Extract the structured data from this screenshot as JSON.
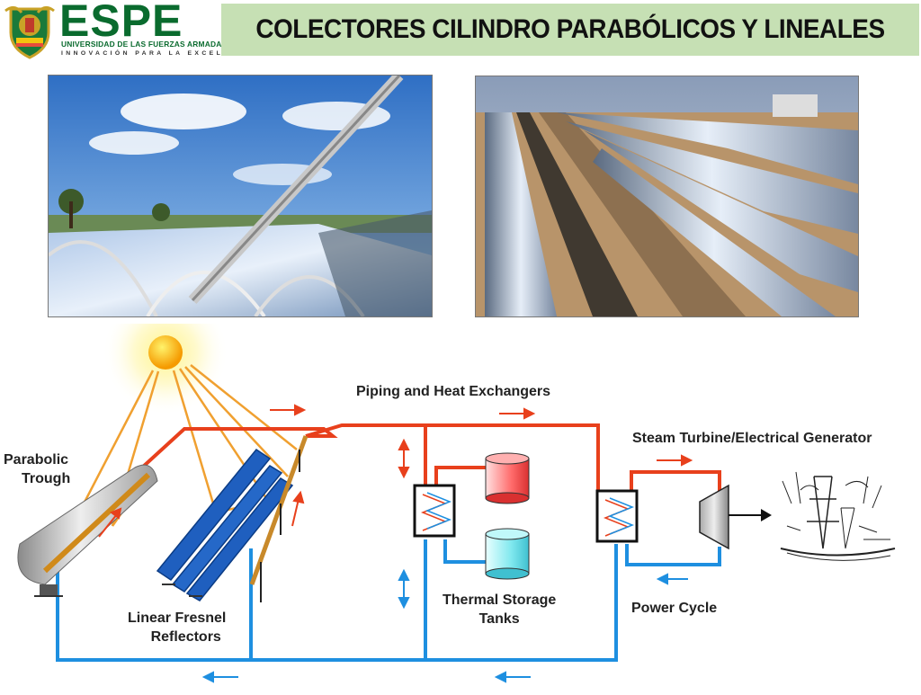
{
  "header": {
    "brand": "ESPE",
    "university": "UNIVERSIDAD DE LAS FUERZAS ARMADAS",
    "motto": "INNOVACIÓN PARA LA EXCELENCIA",
    "title": "COLECTORES CILINDRO PARABÓLICOS Y LINEALES"
  },
  "diagram": {
    "parabolic_trough_line1": "Parabolic",
    "parabolic_trough_line2": "Trough",
    "fresnel_line1": "Linear Fresnel",
    "fresnel_line2": "Reflectors",
    "piping": "Piping and Heat Exchangers",
    "storage_line1": "Thermal Storage",
    "storage_line2": "Tanks",
    "turbine": "Steam Turbine/Electrical Generator",
    "power_cycle": "Power Cycle"
  },
  "colors": {
    "hot_line": "#e8401c",
    "cold_line": "#1e8fe0",
    "title_bar": "#c6e0b4",
    "brand_green": "#0a6b2e"
  }
}
